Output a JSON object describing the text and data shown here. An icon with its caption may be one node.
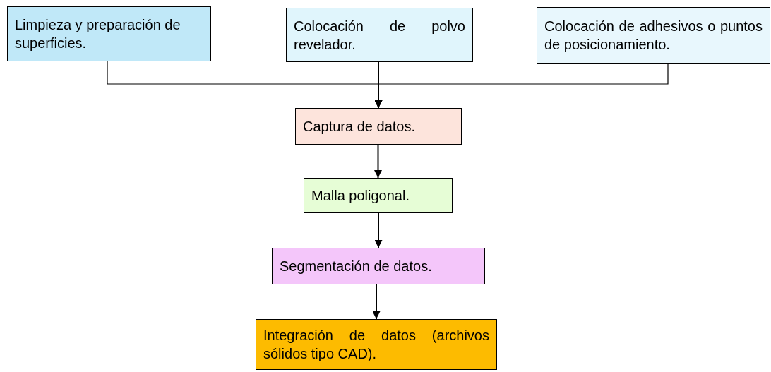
{
  "diagram": {
    "nodes": [
      {
        "text": [
          "Limpieza y preparación de superficies."
        ]
      },
      {
        "text": [
          "Colocación de polvo revelador."
        ]
      },
      {
        "text": [
          "Colocación de adhesivos o puntos de posicionamiento."
        ]
      },
      {
        "text": [
          "Captura de datos."
        ]
      },
      {
        "text": [
          "Malla poligonal."
        ]
      },
      {
        "text": [
          "Segmentación de datos."
        ]
      },
      {
        "text": [
          "Integración de datos (archivos sólidos tipo CAD)."
        ]
      }
    ],
    "edges": [
      {
        "from": 0,
        "to": 3,
        "arrow": "to"
      },
      {
        "from": 1,
        "to": 3,
        "arrow": "to"
      },
      {
        "from": 2,
        "to": 3,
        "arrow": "to"
      },
      {
        "from": 3,
        "to": 4,
        "arrow": "to"
      },
      {
        "from": 4,
        "to": 5,
        "arrow": "to"
      },
      {
        "from": 5,
        "to": 6,
        "arrow": "to"
      }
    ]
  }
}
